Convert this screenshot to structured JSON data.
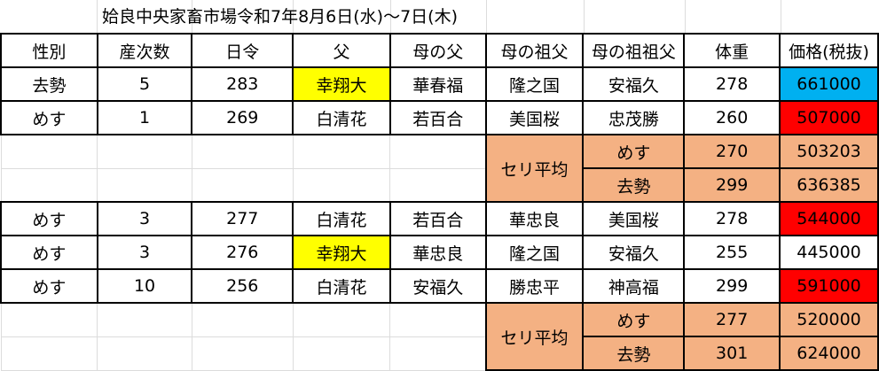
{
  "title": "姶良中央家畜市場令和7年8月6日(水)〜7日(木)",
  "colors": {
    "highlight_yellow": "#ffff00",
    "highlight_blue": "#00b0f0",
    "highlight_red": "#ff0000",
    "average_fill": "#f4b183",
    "border": "#000000",
    "gridline": "#dcdcdc"
  },
  "headers": [
    "性別",
    "産次数",
    "日令",
    "父",
    "母の父",
    "母の祖父",
    "母の祖祖父",
    "体重",
    "価格(税抜)"
  ],
  "group1": [
    {
      "sex": "去勢",
      "parity": "5",
      "age": "283",
      "sire": "幸翔大",
      "dam_sire": "華春福",
      "dam_grandsire": "隆之国",
      "dam_ggsire": "安福久",
      "weight": "278",
      "price": "661000"
    },
    {
      "sex": "めす",
      "parity": "1",
      "age": "269",
      "sire": "白清花",
      "dam_sire": "若百合",
      "dam_grandsire": "美国桜",
      "dam_ggsire": "忠茂勝",
      "weight": "260",
      "price": "507000"
    }
  ],
  "average1": {
    "label": "セリ平均",
    "rows": [
      {
        "sex": "めす",
        "weight": "270",
        "price": "503203"
      },
      {
        "sex": "去勢",
        "weight": "299",
        "price": "636385"
      }
    ]
  },
  "group2": [
    {
      "sex": "めす",
      "parity": "3",
      "age": "277",
      "sire": "白清花",
      "dam_sire": "若百合",
      "dam_grandsire": "華忠良",
      "dam_ggsire": "美国桜",
      "weight": "278",
      "price": "544000"
    },
    {
      "sex": "めす",
      "parity": "3",
      "age": "276",
      "sire": "幸翔大",
      "dam_sire": "華忠良",
      "dam_grandsire": "隆之国",
      "dam_ggsire": "安福久",
      "weight": "255",
      "price": "445000"
    },
    {
      "sex": "めす",
      "parity": "10",
      "age": "256",
      "sire": "白清花",
      "dam_sire": "安福久",
      "dam_grandsire": "勝忠平",
      "dam_ggsire": "神高福",
      "weight": "299",
      "price": "591000"
    }
  ],
  "average2": {
    "label": "セリ平均",
    "rows": [
      {
        "sex": "めす",
        "weight": "277",
        "price": "520000"
      },
      {
        "sex": "去勢",
        "weight": "301",
        "price": "624000"
      }
    ]
  }
}
